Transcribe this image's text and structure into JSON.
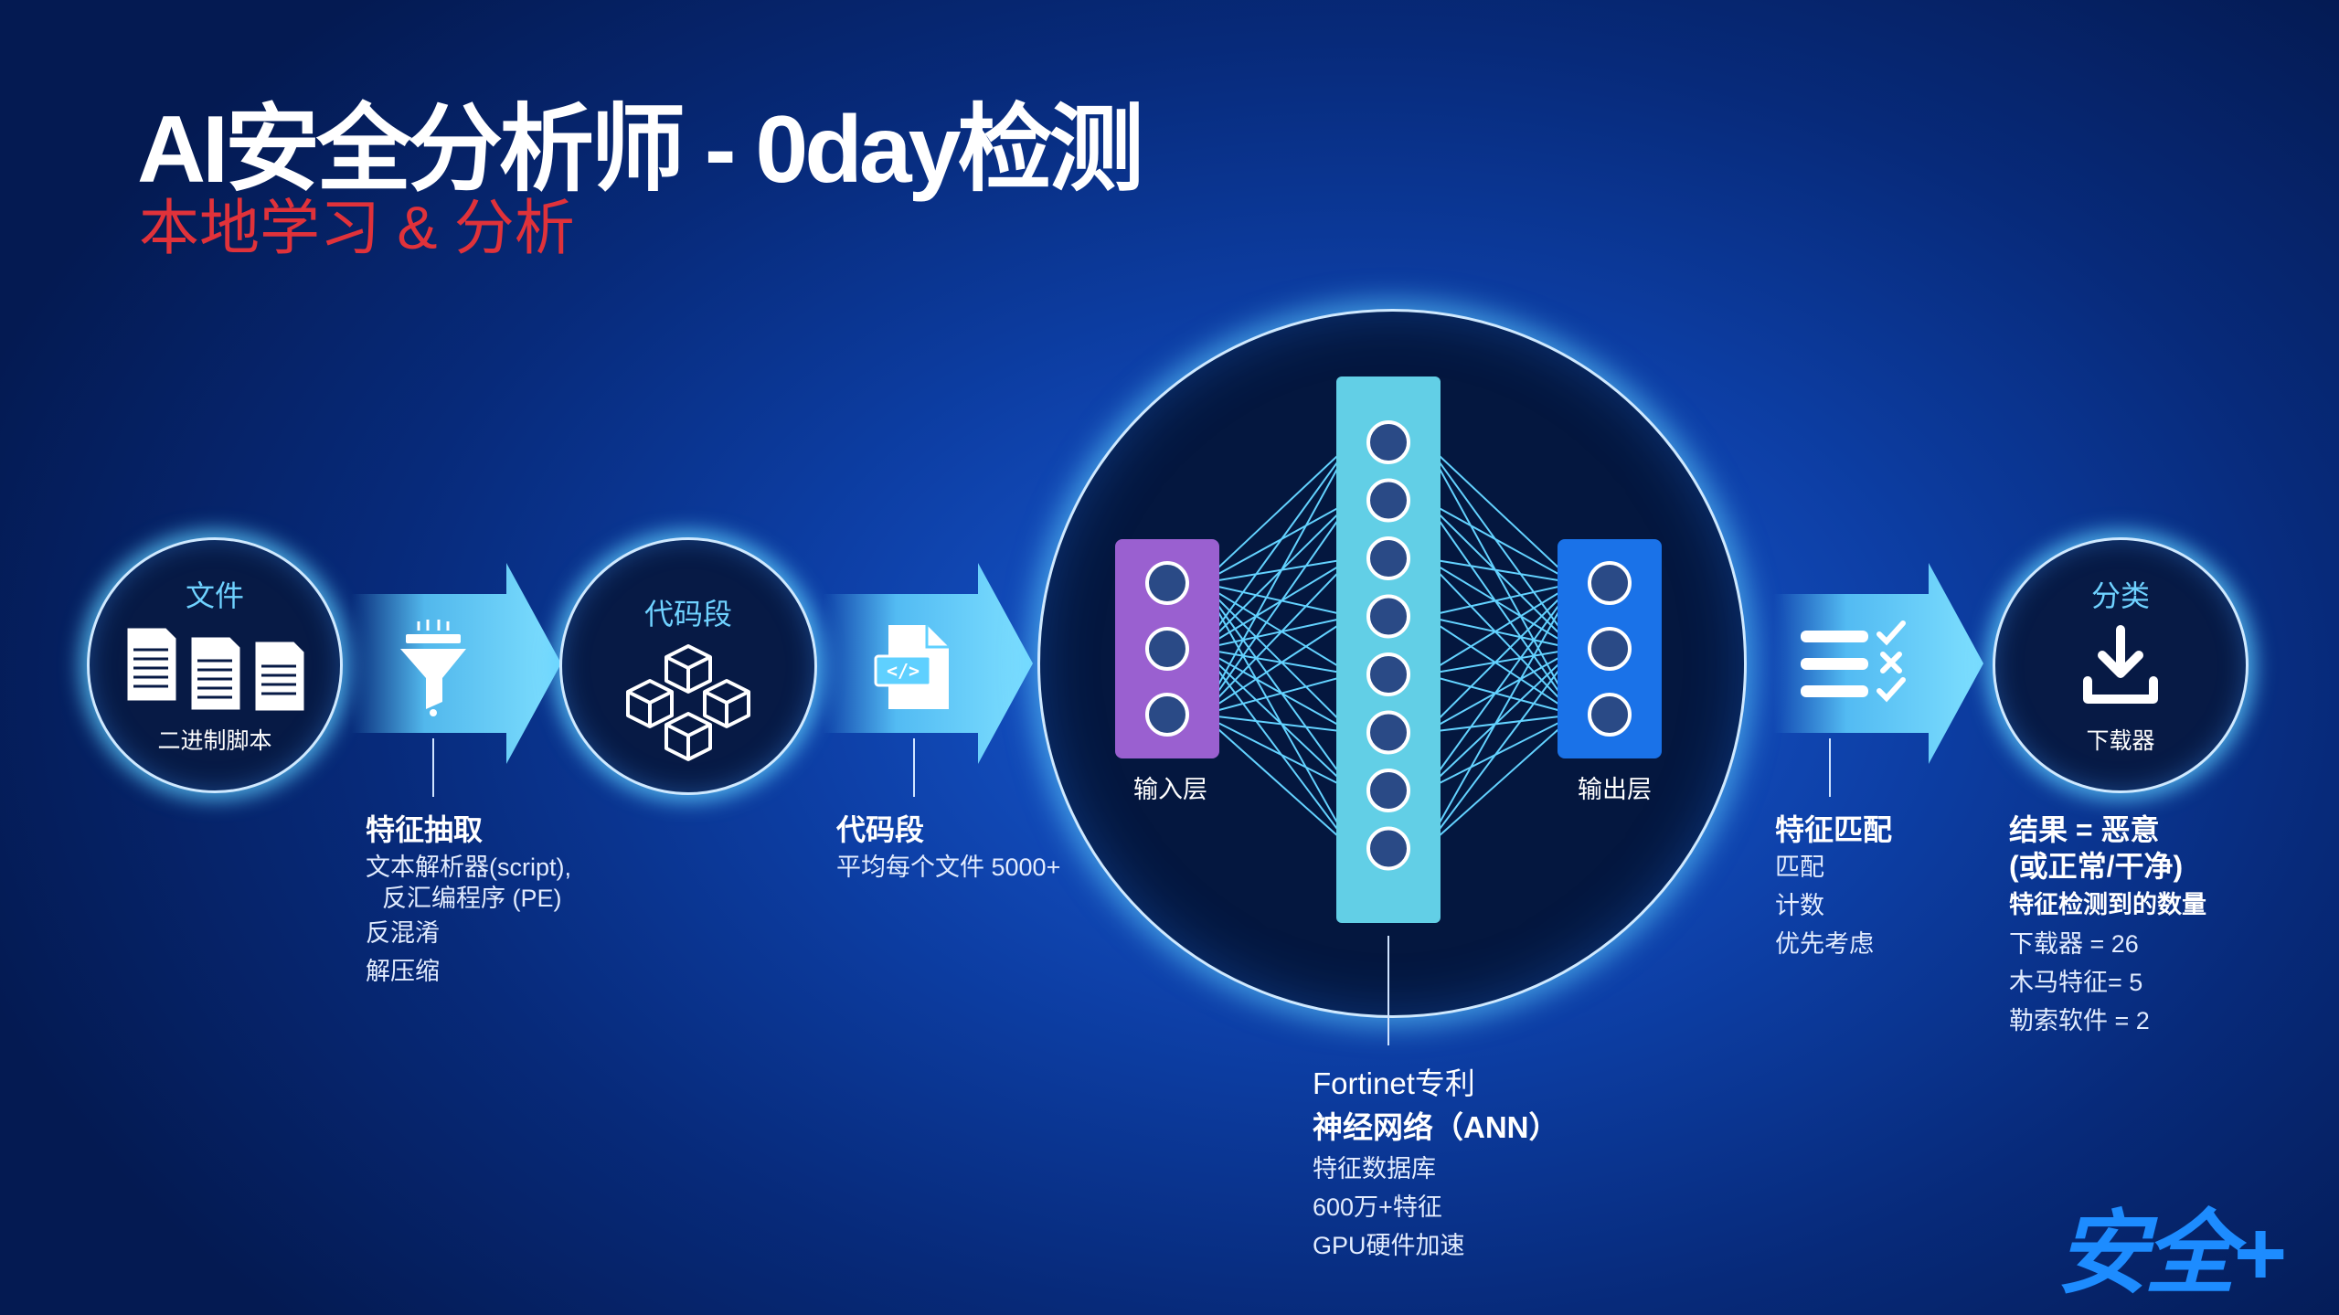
{
  "header": {
    "title": "AI安全分析师 - 0day检测",
    "subtitle": "本地学习 & 分析"
  },
  "nodes": {
    "file": {
      "title": "文件",
      "caption": "二进制脚本"
    },
    "code": {
      "title": "代码段"
    },
    "classify": {
      "title": "分类",
      "caption": "下载器"
    }
  },
  "network": {
    "input_label": "输入层",
    "output_label": "输出层"
  },
  "steps": {
    "feature_extract": {
      "heading": "特征抽取",
      "lines": [
        "文本解析器(script),",
        "反汇编程序 (PE)",
        "反混淆",
        "解压缩"
      ]
    },
    "code_segment": {
      "heading": "代码段",
      "lines": [
        "平均每个文件 5000+"
      ]
    },
    "ann": {
      "heading1": "Fortinet专利",
      "heading2": "神经网络（ANN）",
      "lines": [
        "特征数据库",
        "600万+特征",
        "GPU硬件加速"
      ]
    },
    "feature_match": {
      "heading": "特征匹配",
      "lines": [
        "匹配",
        "计数",
        "优先考虑"
      ]
    },
    "result": {
      "heading1": "结果 = 恶意",
      "heading2": "(或正常/干净)",
      "heading3": "特征检测到的数量",
      "lines": [
        "下载器 = 26",
        "木马特征= 5",
        "勒索软件 = 2"
      ]
    }
  },
  "logo": {
    "text": "安全+"
  },
  "colors": {
    "subtitle": "#e0323a",
    "accent_cyan": "#5fd0ff",
    "input_layer": "#9a60d0",
    "hidden_layer": "#62cfe6",
    "output_layer": "#1a72e8",
    "logo": "#1d8cff"
  },
  "icons": [
    "documents-icon",
    "funnel-icon",
    "cubes-icon",
    "code-file-icon",
    "checklist-icon",
    "download-icon"
  ]
}
